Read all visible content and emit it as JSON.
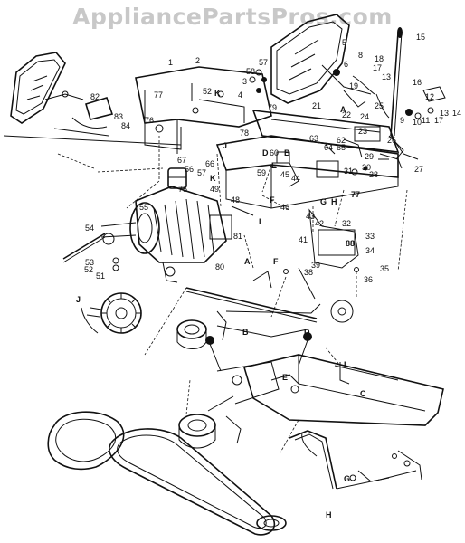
{
  "watermark": "AppliancePartsPros.com",
  "callouts": [
    {
      "id": "c1",
      "text": "1"
    },
    {
      "id": "c2",
      "text": "2"
    },
    {
      "id": "c3",
      "text": "3"
    },
    {
      "id": "c4",
      "text": "4"
    },
    {
      "id": "c5",
      "text": "5"
    },
    {
      "id": "c6",
      "text": "6"
    },
    {
      "id": "c8",
      "text": "8"
    },
    {
      "id": "c9",
      "text": "9"
    },
    {
      "id": "c10",
      "text": "10"
    },
    {
      "id": "c11",
      "text": "11"
    },
    {
      "id": "c12",
      "text": "12"
    },
    {
      "id": "c13",
      "text": "13"
    },
    {
      "id": "c13b",
      "text": "13"
    },
    {
      "id": "c14",
      "text": "14"
    },
    {
      "id": "c15",
      "text": "15"
    },
    {
      "id": "c16",
      "text": "16"
    },
    {
      "id": "c17",
      "text": "17"
    },
    {
      "id": "c17b",
      "text": "17"
    },
    {
      "id": "c18",
      "text": "18"
    },
    {
      "id": "c19",
      "text": "19"
    },
    {
      "id": "c21",
      "text": "21"
    },
    {
      "id": "c22",
      "text": "22"
    },
    {
      "id": "c23",
      "text": "23"
    },
    {
      "id": "c24",
      "text": "24"
    },
    {
      "id": "c25",
      "text": "25"
    },
    {
      "id": "c26",
      "text": "26"
    },
    {
      "id": "c27",
      "text": "27"
    },
    {
      "id": "c28",
      "text": "28"
    },
    {
      "id": "c29",
      "text": "29"
    },
    {
      "id": "c30",
      "text": "30"
    },
    {
      "id": "c31",
      "text": "31"
    },
    {
      "id": "c32",
      "text": "32"
    },
    {
      "id": "c33",
      "text": "33"
    },
    {
      "id": "c34",
      "text": "34"
    },
    {
      "id": "c35",
      "text": "35"
    },
    {
      "id": "c36",
      "text": "36"
    },
    {
      "id": "c38",
      "text": "38"
    },
    {
      "id": "c39",
      "text": "39"
    },
    {
      "id": "c41",
      "text": "41"
    },
    {
      "id": "c42",
      "text": "42"
    },
    {
      "id": "c43",
      "text": "43"
    },
    {
      "id": "c44",
      "text": "44"
    },
    {
      "id": "c45",
      "text": "45"
    },
    {
      "id": "c46",
      "text": "46"
    },
    {
      "id": "c48",
      "text": "48"
    },
    {
      "id": "c49",
      "text": "49"
    },
    {
      "id": "c51",
      "text": "51"
    },
    {
      "id": "c52",
      "text": "52"
    },
    {
      "id": "c52b",
      "text": "52"
    },
    {
      "id": "c53",
      "text": "53"
    },
    {
      "id": "c54",
      "text": "54"
    },
    {
      "id": "c55",
      "text": "55"
    },
    {
      "id": "c56",
      "text": "56"
    },
    {
      "id": "c57",
      "text": "57"
    },
    {
      "id": "c57b",
      "text": "57"
    },
    {
      "id": "c58",
      "text": "58"
    },
    {
      "id": "c59",
      "text": "59"
    },
    {
      "id": "c60",
      "text": "60"
    },
    {
      "id": "c62",
      "text": "62"
    },
    {
      "id": "c63",
      "text": "63"
    },
    {
      "id": "c64",
      "text": "64"
    },
    {
      "id": "c65",
      "text": "65"
    },
    {
      "id": "c66",
      "text": "66"
    },
    {
      "id": "c67",
      "text": "67"
    },
    {
      "id": "c75",
      "text": "75"
    },
    {
      "id": "c76",
      "text": "76"
    },
    {
      "id": "c77",
      "text": "77"
    },
    {
      "id": "c77b",
      "text": "77"
    },
    {
      "id": "c78",
      "text": "78"
    },
    {
      "id": "c79",
      "text": "79"
    },
    {
      "id": "c80",
      "text": "80"
    },
    {
      "id": "c81",
      "text": "81"
    },
    {
      "id": "c82",
      "text": "82"
    },
    {
      "id": "c83",
      "text": "83"
    },
    {
      "id": "c84",
      "text": "84"
    },
    {
      "id": "c88",
      "text": "88"
    }
  ],
  "letters": [
    {
      "id": "lA1",
      "text": "A"
    },
    {
      "id": "lA2",
      "text": "A"
    },
    {
      "id": "lB1",
      "text": "B"
    },
    {
      "id": "lB2",
      "text": "B"
    },
    {
      "id": "lC",
      "text": "C"
    },
    {
      "id": "lD1",
      "text": "D"
    },
    {
      "id": "lD2",
      "text": "D"
    },
    {
      "id": "lE1",
      "text": "E"
    },
    {
      "id": "lE2",
      "text": "E"
    },
    {
      "id": "lF1",
      "text": "F"
    },
    {
      "id": "lF2",
      "text": "F"
    },
    {
      "id": "lG1",
      "text": "G"
    },
    {
      "id": "lG2",
      "text": "G"
    },
    {
      "id": "lH1",
      "text": "H"
    },
    {
      "id": "lH2",
      "text": "H"
    },
    {
      "id": "lI1",
      "text": "I"
    },
    {
      "id": "lI2",
      "text": "I"
    },
    {
      "id": "lJ1",
      "text": "J"
    },
    {
      "id": "lJ2",
      "text": "J"
    },
    {
      "id": "lK1",
      "text": "K"
    },
    {
      "id": "lK2",
      "text": "K"
    }
  ]
}
